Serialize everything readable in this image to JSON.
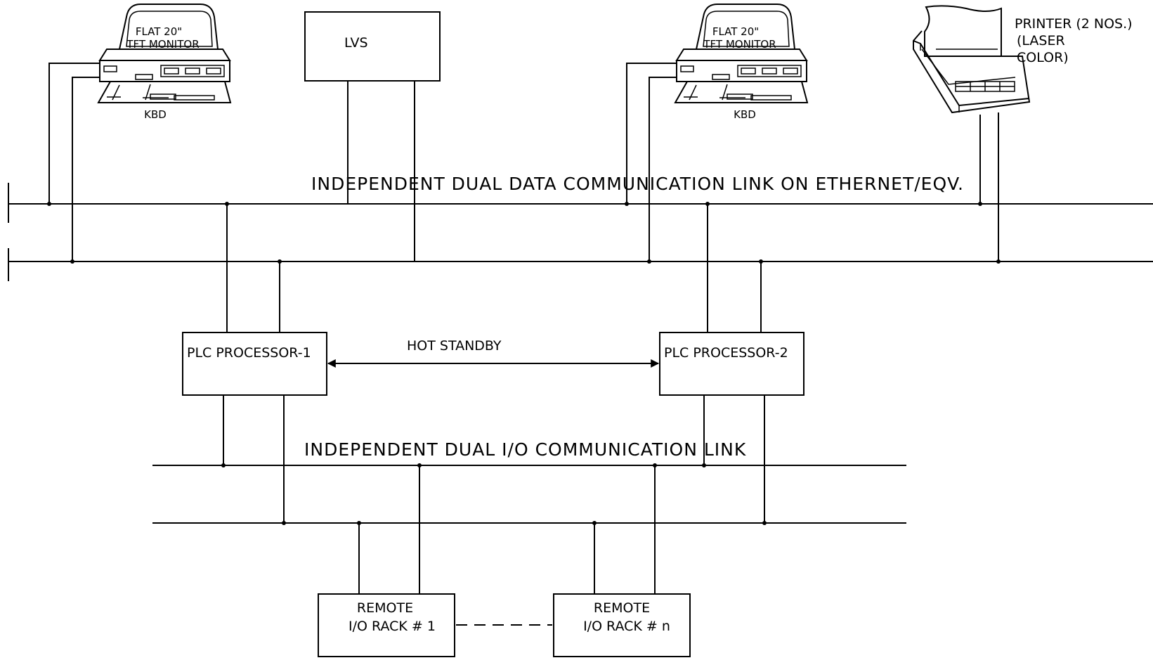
{
  "diagram": {
    "bus_data_label": "INDEPENDENT DUAL DATA COMMUNICATION LINK ON ETHERNET/EQV.",
    "bus_io_label": "INDEPENDENT DUAL I/O COMMUNICATION LINK",
    "hot_standby_label": "HOT STANDBY",
    "workstation_1": {
      "monitor_line1": "FLAT 20\"",
      "monitor_line2": "TFT MONITOR",
      "keyboard": "KBD"
    },
    "workstation_2": {
      "monitor_line1": "FLAT 20\"",
      "monitor_line2": "TFT MONITOR",
      "keyboard": "KBD"
    },
    "lvs_label": "LVS",
    "printer": {
      "line1": "PRINTER (2 NOS.)",
      "line2": "(LASER",
      "line3": "COLOR)"
    },
    "plc_1": "PLC PROCESSOR-1",
    "plc_2": "PLC PROCESSOR-2",
    "rack_1": {
      "line1": "REMOTE",
      "line2": "I/O RACK # 1"
    },
    "rack_n": {
      "line1": "REMOTE",
      "line2": "I/O RACK # n"
    }
  }
}
